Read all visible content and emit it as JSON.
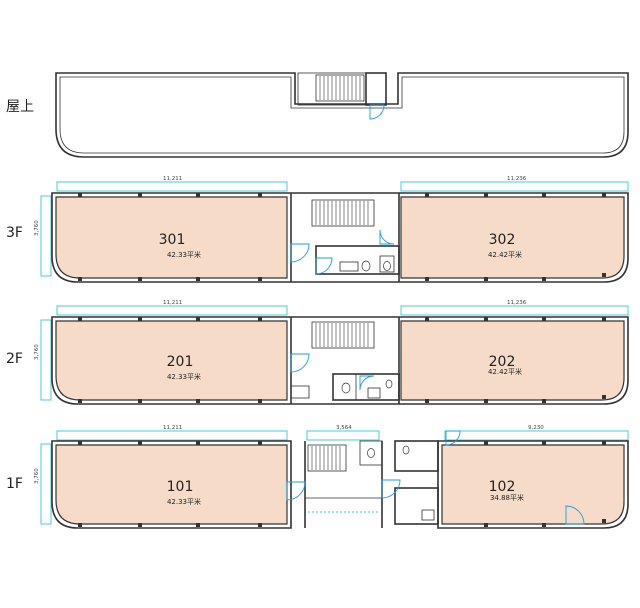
{
  "floors": {
    "roof": {
      "label": "屋上"
    },
    "f3": {
      "label": "3F",
      "height_dim": "3,760",
      "dims": [
        "11,211",
        "11,236"
      ],
      "units": [
        {
          "number": "301",
          "area": "42.33平米"
        },
        {
          "number": "302",
          "area": "42.42平米"
        }
      ]
    },
    "f2": {
      "label": "2F",
      "height_dim": "3,760",
      "dims": [
        "11,211",
        "11,236"
      ],
      "units": [
        {
          "number": "201",
          "area": "42.33平米"
        },
        {
          "number": "202",
          "area": "42.42平米"
        }
      ]
    },
    "f1": {
      "label": "1F",
      "height_dim": "3,760",
      "dims": [
        "11,211",
        "3,564",
        "9,230"
      ],
      "units": [
        {
          "number": "101",
          "area": "42.33平米"
        },
        {
          "number": "102",
          "area": "34.88平米"
        }
      ]
    }
  },
  "colors": {
    "unit_fill": "#f6dcc8",
    "wall": "#333333",
    "dimension": "#33c8d8",
    "door": "#1aa0e0"
  }
}
